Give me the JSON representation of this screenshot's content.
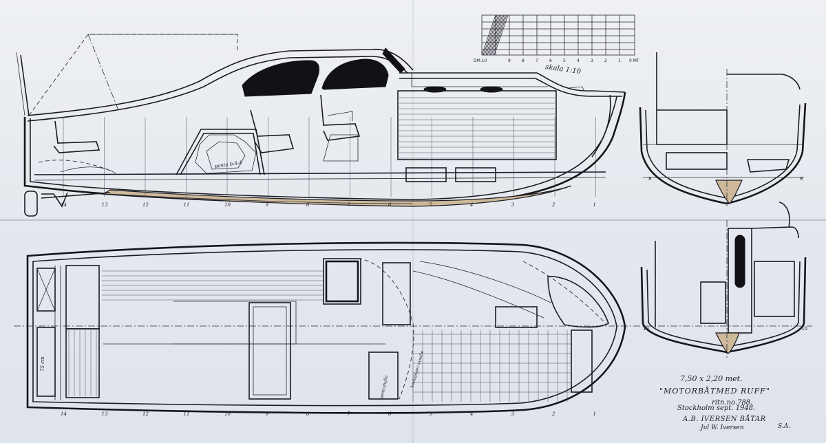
{
  "title_block": {
    "dimensions": "7,50 x 2,20 met.",
    "name": "\"MOTORBÅTMED RUFF\"",
    "drawing_no": "ritn.no.788.",
    "place_date": "Stockholm sept. 1948.",
    "company": "A.B. IVERSEN BÅTAR",
    "company_suffix": "S.A.",
    "signature": "Jul W. Iversen"
  },
  "scale": {
    "label": "skala 1:10",
    "dm_label": "DM.10",
    "ticks": [
      "9",
      "8",
      "7",
      "6",
      "5",
      "4",
      "3",
      "2",
      "1"
    ],
    "zero_label": "0 MT"
  },
  "profile_view": {
    "engine_label": "penta b.6-4",
    "station_numbers": [
      "14",
      "13",
      "12",
      "11",
      "10",
      "9",
      "8",
      "7",
      "6",
      "5",
      "4",
      "3",
      "2",
      "1"
    ]
  },
  "plan_view": {
    "transom_label": "75 cm",
    "notes": [
      "pentryhylla",
      "kasksjöger avselle"
    ],
    "station_numbers": [
      "14",
      "13",
      "12",
      "11",
      "10",
      "9",
      "8",
      "7",
      "6",
      "5",
      "4",
      "3",
      "2",
      "1"
    ]
  },
  "sections": {
    "upper_labels": [
      "8",
      "8"
    ],
    "lower_labels": [
      "10",
      "10"
    ]
  }
}
